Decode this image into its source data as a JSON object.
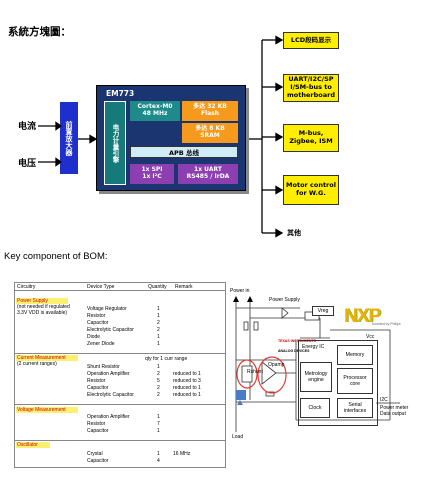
{
  "header": {
    "title": "系統方塊圖："
  },
  "inputs": {
    "current": "电流",
    "voltage": "电压"
  },
  "amp": {
    "label": "前置放大器"
  },
  "chip": {
    "name": "EM773",
    "engine": "电力计量引擎",
    "cpu": [
      "Cortex-M0",
      "48 MHz"
    ],
    "flash": [
      "多达 32 KB",
      "Flash"
    ],
    "sram": [
      "多达 8 KB",
      "SRAM"
    ],
    "bus": "APB 总线",
    "spi": [
      "1x SPI",
      "1x I²C"
    ],
    "uart": [
      "1x UART",
      "RS485 / IrDA"
    ]
  },
  "outputs": [
    {
      "label": "LCD段码显示"
    },
    {
      "label": "UART/I2C/SP I/SM-bus to motherboard"
    },
    {
      "label": "M-bus, Zigbee, ISM"
    },
    {
      "label": "Motor control for W.G."
    },
    {
      "label": "其他"
    }
  ],
  "bom": {
    "title": "Key component of BOM:",
    "headers": [
      "Circuitry",
      "Device Type",
      "Quantity",
      "Remark"
    ],
    "sections": [
      {
        "name": "Power Supply",
        "notes": [
          "(not needed if regulated",
          "3.3V VDD is available)"
        ],
        "rows": [
          [
            "Voltage Regulator",
            "1",
            ""
          ],
          [
            "Resistor",
            "1",
            ""
          ],
          [
            "Capacitor",
            "2",
            ""
          ],
          [
            "Electrolytic Capacitor",
            "2",
            ""
          ],
          [
            "Diode",
            "1",
            ""
          ],
          [
            "Zener Diode",
            "1",
            ""
          ]
        ]
      },
      {
        "name": "Current Measurement",
        "notes": [
          "(2 current ranges)"
        ],
        "rows": [
          [
            "",
            "",
            "qty for 1 curr range"
          ],
          [
            "Shunt Resistor",
            "1",
            ""
          ],
          [
            "Operation Amplifier",
            "2",
            "reduced to 1"
          ],
          [
            "Resistor",
            "5",
            "reduced to 3"
          ],
          [
            "Capacitor",
            "2",
            "reduced to 1"
          ],
          [
            "Electrolytic Capacitor",
            "2",
            "reduced to 1"
          ]
        ]
      },
      {
        "name": "Voltage Measurement",
        "notes": [],
        "rows": [
          [
            "Operation Amplifier",
            "1",
            ""
          ],
          [
            "Resistor",
            "7",
            ""
          ],
          [
            "Capacitor",
            "1",
            ""
          ]
        ]
      },
      {
        "name": "Oscillator",
        "notes": [],
        "rows": [
          [
            "Crystal",
            "1",
            "16 MHz"
          ],
          [
            "Capacitor",
            "4",
            ""
          ]
        ]
      }
    ]
  },
  "schematic": {
    "power_in": "Power in",
    "power_supply": "Power Supply",
    "vreg": "Vreg",
    "vcc": "Vcc",
    "load": "Load",
    "rshunt": "Rshunt",
    "opamp": "Opamp",
    "logo": "NXP",
    "logo_tagline": "founded by Philips",
    "ti": "TEXAS INSTRUMENTS",
    "adi": "ANALOG DEVICES",
    "energy_ic": "Energy IC",
    "memory": "Memory",
    "metrology": "Metrology engine",
    "processor": "Processor core",
    "clock": "Clock",
    "serial": "Serial interfaces",
    "i2c": "I2C",
    "output": "Power meter Data output"
  }
}
